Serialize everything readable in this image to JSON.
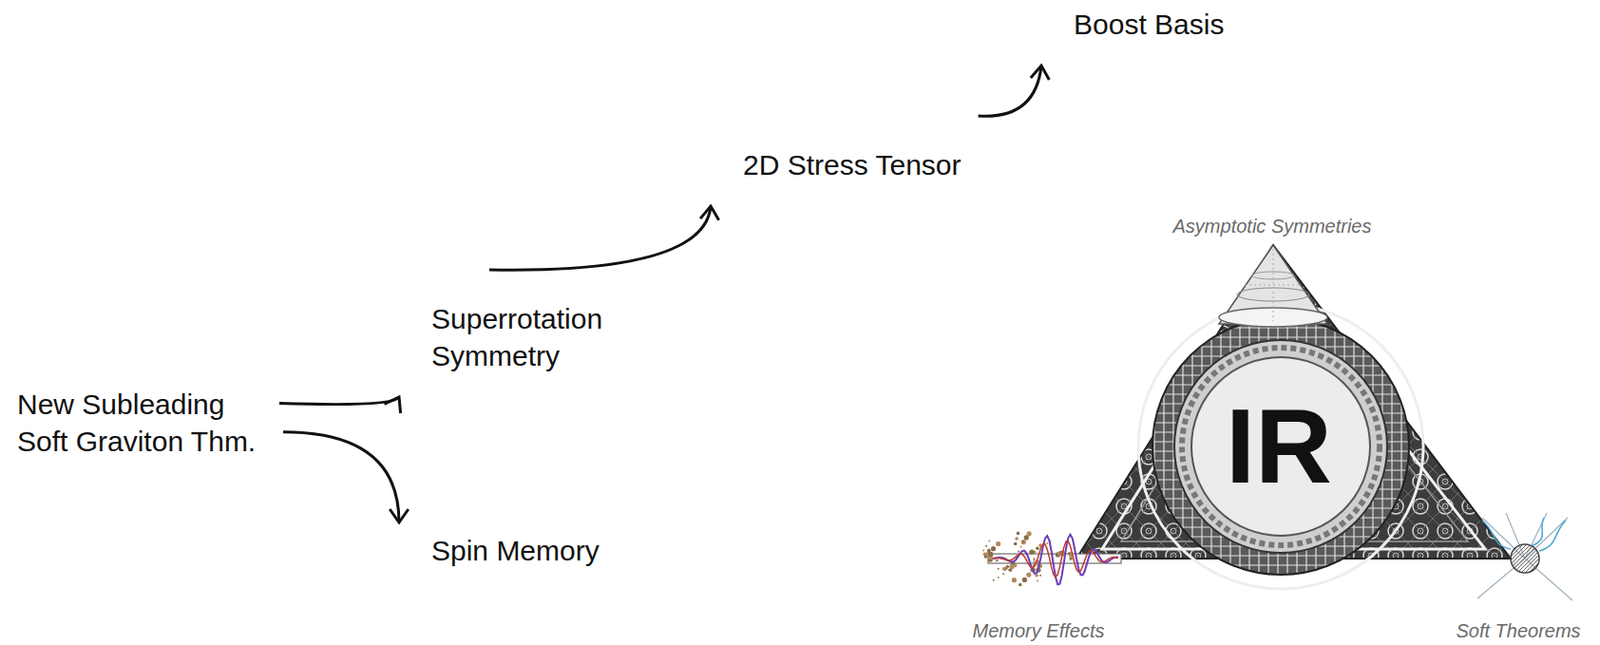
{
  "diagram": {
    "nodes": [
      {
        "text": [
          "New Subleading Soft Graviton Thm."
        ]
      },
      {
        "text": [
          "Superrotation Symmetry"
        ]
      },
      {
        "text": [
          "Spin Memory"
        ]
      },
      {
        "text": [
          "2D Stress Tensor"
        ]
      },
      {
        "text": [
          "Boost Basis"
        ]
      }
    ],
    "edges": [
      {
        "from": 0,
        "to": 1,
        "arrow": "to"
      },
      {
        "from": 0,
        "to": 2,
        "arrow": "to"
      },
      {
        "from": 1,
        "to": 3,
        "arrow": "to"
      },
      {
        "from": 3,
        "to": 4,
        "arrow": "to"
      }
    ],
    "labels": [
      "IR",
      "Asymptotic Symmetries",
      "Memory Effects",
      "Soft Theorems"
    ]
  }
}
